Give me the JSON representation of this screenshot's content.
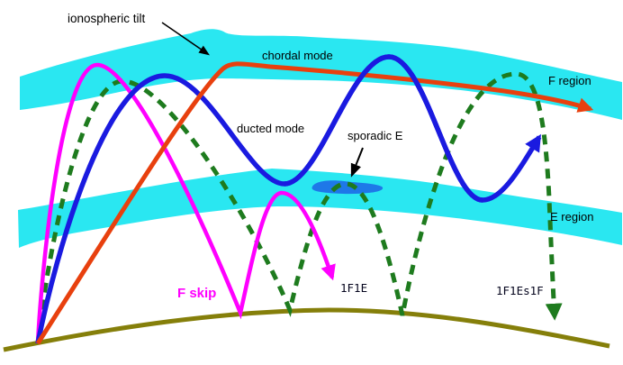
{
  "diagram": {
    "description": "Ionospheric HF radio propagation modes sketch",
    "labels": {
      "ionospheric_tilt": "ionospheric tilt",
      "chordal_mode": "chordal mode",
      "ducted_mode": "ducted mode",
      "sporadic_e": "sporadic E",
      "f_region": "F region",
      "e_region": "E region",
      "f_skip": "F skip",
      "path_1f1e": "1F1E",
      "path_1f1es1f": "1F1Es1F"
    },
    "colors": {
      "ionosphere_band": "#2ae7f1",
      "chordal_ray": "#e8400e",
      "ducted_ray": "#1a1ae0",
      "f_skip_ray": "#ff00ff",
      "multi_hop_ray": "#1e7b1e",
      "earth_surface": "#857f0a",
      "sporadic_e_patch": "#1e78e8",
      "annotation_arrow": "#000000",
      "background": "#ffffff"
    }
  }
}
